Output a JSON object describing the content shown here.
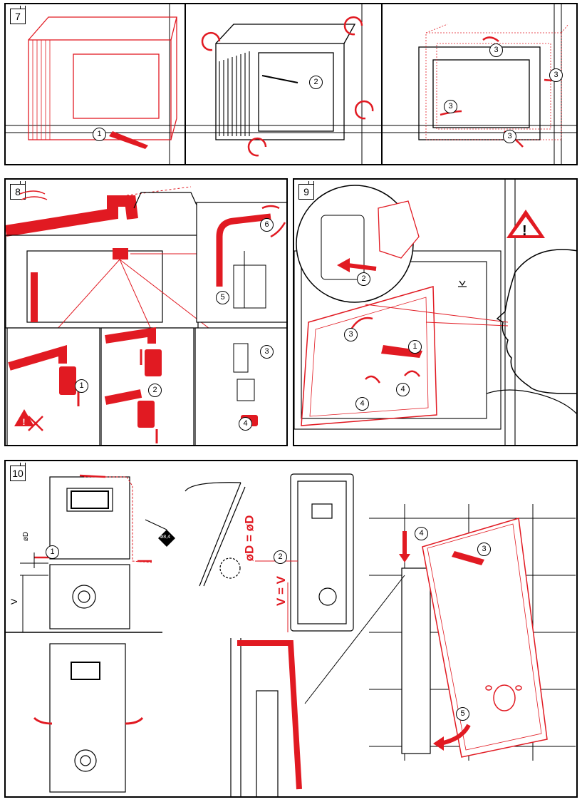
{
  "steps": {
    "s7": {
      "number": "7",
      "callouts": {
        "c1": "1",
        "c2": "2",
        "c3a": "3",
        "c3b": "3",
        "c3c": "3",
        "c3d": "3"
      }
    },
    "s8": {
      "number": "8",
      "callouts": {
        "c1": "1",
        "c2": "2",
        "c3": "3",
        "c4": "4",
        "c5": "5",
        "c6": "6"
      }
    },
    "s9": {
      "number": "9",
      "callouts": {
        "c1": "1",
        "c2": "2",
        "c3": "3",
        "c4a": "4",
        "c4b": "4"
      }
    },
    "s10": {
      "number": "10",
      "callouts": {
        "c1": "1",
        "c2": "2",
        "c3": "3",
        "c4": "4",
        "c5": "5"
      },
      "labels": {
        "dim_v": "V",
        "dim_d": "øD",
        "eq_d": "øD = øD",
        "eq_v": "V = V",
        "tool_size": "ø8,4"
      }
    }
  },
  "colors": {
    "accent": "#e11a22",
    "line": "#000000"
  },
  "icons": [
    "warning-icon",
    "drill-bit-icon",
    "level-icon"
  ]
}
